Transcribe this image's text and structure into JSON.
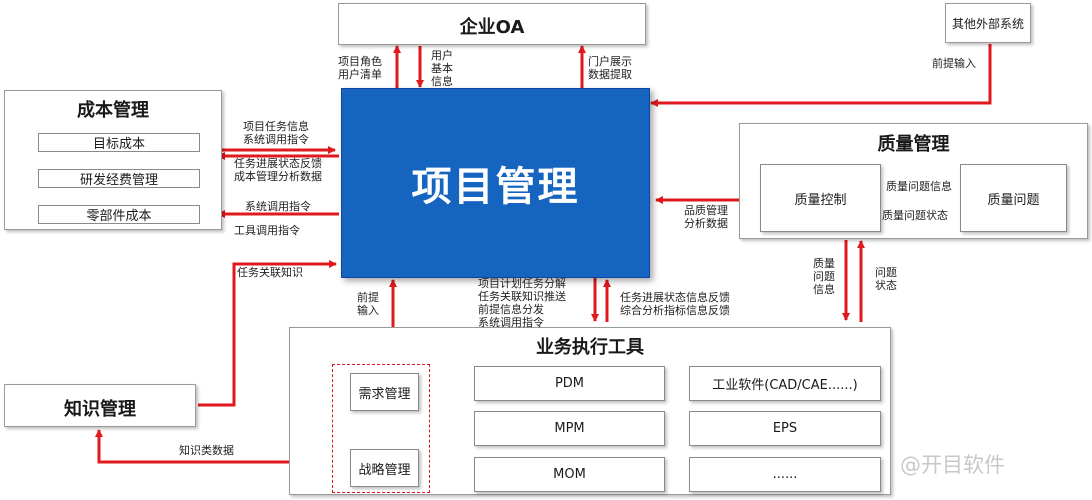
{
  "diagram": {
    "center": {
      "title": "项目管理"
    },
    "oa": {
      "title": "企业OA"
    },
    "external": {
      "title": "其他外部系统"
    },
    "cost": {
      "title": "成本管理",
      "items": [
        "目标成本",
        "研发经费管理",
        "零部件成本"
      ]
    },
    "quality": {
      "title": "质量管理",
      "control": "质量控制",
      "issue": "质量问题"
    },
    "knowledge": {
      "title": "知识管理"
    },
    "tools": {
      "title": "业务执行工具",
      "left_items": [
        "需求管理",
        "战略管理"
      ],
      "grid": [
        "PDM",
        "工业软件(CAD/CAE......)",
        "MPM",
        "EPS",
        "MOM",
        "......"
      ]
    },
    "labels": {
      "oa_role": "项目角色\n用户清单",
      "oa_user": "用户\n基本\n信息",
      "oa_portal": "门户展示\n数据提取",
      "ext_input": "前提输入",
      "cost_task": "项目任务信息\n系统调用指令",
      "cost_feedback": "任务进展状态反馈\n成本管理分析数据",
      "cost_sys": "系统调用指令",
      "cost_tool": "工具调用指令",
      "task_knowledge": "任务关联知识",
      "quality_data": "品质管理\n分析数据",
      "quality_issue_info": "质量问题信息",
      "quality_issue_state": "质量问题状态",
      "quality_down": "质量\n问题\n信息",
      "quality_up": "问题\n状态",
      "tools_prereq": "前提\n输入",
      "tools_plan": "项目计划任务分解\n任务关联知识推送\n前提信息分发\n系统调用指令",
      "tools_feedback": "任务进展状态信息反馈\n综合分析指标信息反馈",
      "knowledge_data": "知识类数据"
    },
    "colors": {
      "center": "#1565c0",
      "arrow": "#e0191d",
      "dashed": "#e0191d"
    },
    "watermark": "@开目软件"
  }
}
